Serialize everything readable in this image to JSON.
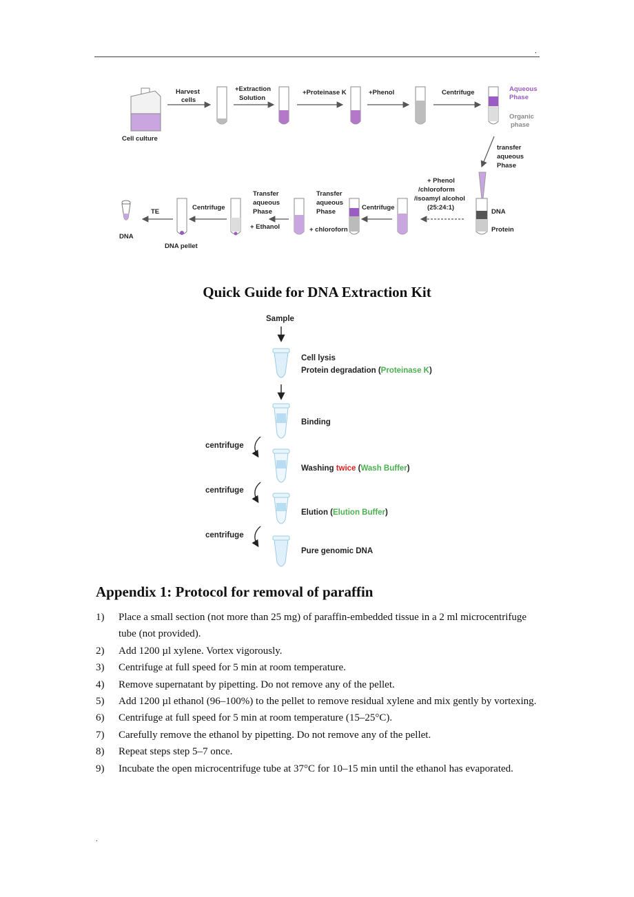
{
  "header_mark": ".",
  "footer_mark": ".",
  "workflow": {
    "cell_culture": "Cell culture",
    "harvest": [
      "Harvest",
      "cells"
    ],
    "extraction": [
      "+Extraction",
      "Solution"
    ],
    "proteinase": "+Proteinase K",
    "phenol": "+Phenol",
    "centrifuge1": "Centrifuge",
    "aqueous": [
      "Aqueous",
      "Phase"
    ],
    "organic": [
      "Organic",
      "phase"
    ],
    "transfer1": [
      "transfer",
      "aqueous",
      "Phase"
    ],
    "pci": [
      "+ Phenol",
      "/chloroform",
      "/isoamyl alcohol",
      "(25:24:1)"
    ],
    "dna_band": "DNA",
    "protein_band": "Protein",
    "centrifuge2": "Centrifuge",
    "transfer2": [
      "Transfer",
      "aqueous",
      "Phase"
    ],
    "chloroform": "+ chloroforn",
    "transfer3": [
      "Transfer",
      "aqueous",
      "Phase"
    ],
    "ethanol": "+ Ethanol",
    "centrifuge3": "Centrifuge",
    "dna_pellet": "DNA pellet",
    "te": "TE",
    "dna_final": "DNA"
  },
  "quick_guide": {
    "title": "Quick Guide for DNA Extraction Kit",
    "sample": "Sample",
    "cell_lysis": "Cell lysis",
    "protein_deg_prefix": "Protein degradation (",
    "proteinase_k": "Proteinase K",
    "close_paren": ")",
    "binding": "Binding",
    "centrifuge": "centrifuge",
    "washing_prefix": "Washing ",
    "twice": "twice",
    "open_paren": " (",
    "wash_buffer": "Wash Buffer",
    "elution_prefix": "Elution (",
    "elution_buffer": "Elution Buffer",
    "pure": "Pure genomic DNA"
  },
  "appendix": {
    "heading": "Appendix 1: Protocol for removal of paraffin",
    "steps": [
      {
        "num": "1)",
        "text": "Place a small section (not more than 25 mg) of paraffin-embedded tissue in a 2 ml microcentrifuge tube (not provided)."
      },
      {
        "num": "2)",
        "text": "Add 1200 µl xylene. Vortex vigorously."
      },
      {
        "num": "3)",
        "text": "Centrifuge at full speed for 5 min at room temperature."
      },
      {
        "num": "4)",
        "text": "Remove supernatant by pipetting. Do not remove any of the pellet."
      },
      {
        "num": "5)",
        "text": "Add 1200 µl ethanol (96–100%) to the pellet to remove residual xylene and mix gently by vortexing."
      },
      {
        "num": "6)",
        "text": "Centrifuge at full speed for 5 min at room temperature (15–25°C)."
      },
      {
        "num": "7)",
        "text": "Carefully remove the ethanol by pipetting. Do not remove any of the pellet."
      },
      {
        "num": "8)",
        "text": "Repeat steps step 5–7 once."
      },
      {
        "num": "9)",
        "text": "Incubate the open microcentrifuge tube at 37°C for 10–15 min until the ethanol has evaporated."
      }
    ]
  }
}
